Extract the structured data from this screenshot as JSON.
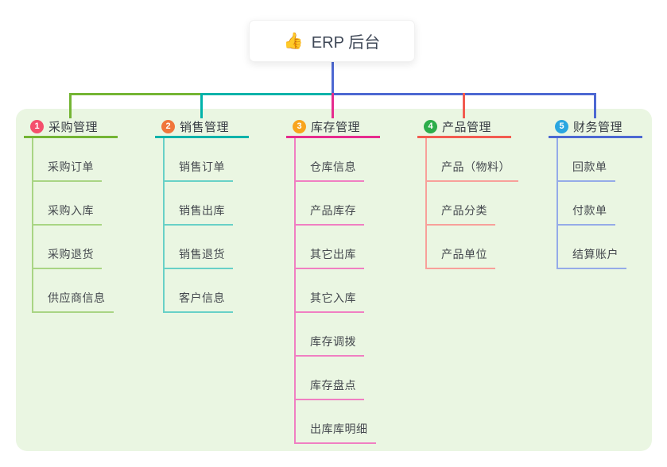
{
  "root": {
    "icon": "👍",
    "label": "ERP 后台"
  },
  "panel": {
    "background_color": "#eaf6e2"
  },
  "connector_colors": {
    "stem_blue": "#4d68d2",
    "green": "#74b534",
    "teal": "#00b3aa",
    "magenta": "#e62c8e",
    "red": "#f25b50",
    "blue": "#4d68d2"
  },
  "branches": [
    {
      "number": "1",
      "label": "采购管理",
      "badge_color": "#f44f6d",
      "line_color": "#74b534",
      "light_color": "#a9d584",
      "children": [
        "采购订单",
        "采购入库",
        "采购退货",
        "供应商信息"
      ]
    },
    {
      "number": "2",
      "label": "销售管理",
      "badge_color": "#f0763b",
      "line_color": "#00b3aa",
      "light_color": "#68d1c7",
      "children": [
        "销售订单",
        "销售出库",
        "销售退货",
        "客户信息"
      ]
    },
    {
      "number": "3",
      "label": "库存管理",
      "badge_color": "#f8a41d",
      "line_color": "#e62c8e",
      "light_color": "#f07fc2",
      "children": [
        "仓库信息",
        "产品库存",
        "其它出库",
        "其它入库",
        "库存调拨",
        "库存盘点",
        "出库库明细"
      ]
    },
    {
      "number": "4",
      "label": "产品管理",
      "badge_color": "#2dad4b",
      "line_color": "#f25b50",
      "light_color": "#f8a09a",
      "children": [
        "产品（物料）",
        "产品分类",
        "产品单位"
      ]
    },
    {
      "number": "5",
      "label": "财务管理",
      "badge_color": "#2aa6e0",
      "line_color": "#4d68d2",
      "light_color": "#95abe8",
      "children": [
        "回款单",
        "付款单",
        "结算账户"
      ]
    }
  ]
}
